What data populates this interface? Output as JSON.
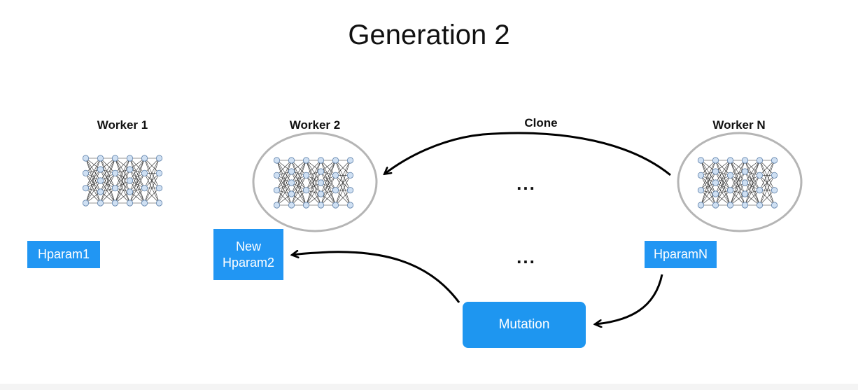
{
  "title": "Generation 2",
  "workers": [
    {
      "label": "Worker 1",
      "hparam": "Hparam1",
      "circled": false
    },
    {
      "label": "Worker 2",
      "hparam_line1": "New",
      "hparam_line2": "Hparam2",
      "circled": true
    },
    {
      "label": "Worker N",
      "hparam": "HparamN",
      "circled": true
    }
  ],
  "edges": {
    "clone_label": "Clone",
    "mutation_label": "Mutation"
  },
  "ellipsis": "...",
  "icons": [
    "neural-network-icon",
    "arrow-icon"
  ],
  "colors": {
    "box_blue": "#2196f3",
    "mutation_blue": "#1e96f0",
    "ellipse_gray": "#b5b5b5",
    "node_fill": "#cfe0f3",
    "node_stroke": "#5d7fa8",
    "arrow": "#000000"
  }
}
